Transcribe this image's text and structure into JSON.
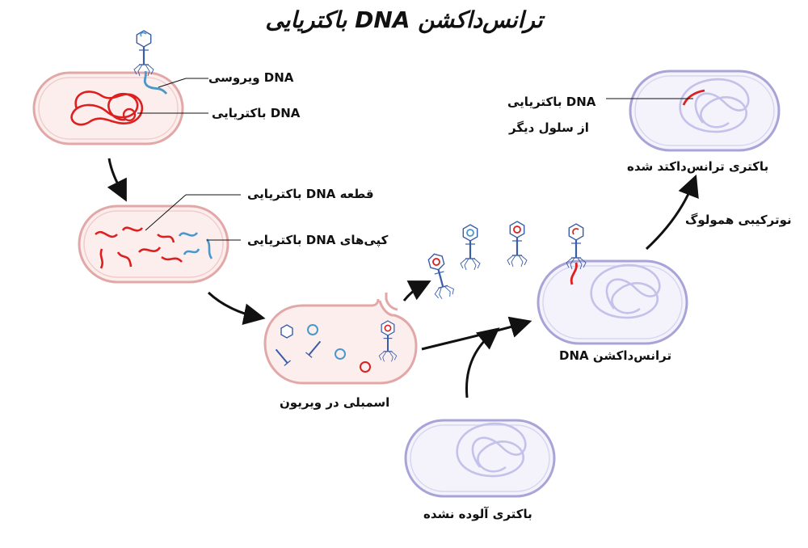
{
  "title": "ترانس‌داکشن DNA باکتریایی",
  "labels": {
    "viral_dna": "DNA ویروسی",
    "bacterial_dna": "DNA باکتریایی",
    "bacterial_dna_fragment": "قطعه DNA باکتریایی",
    "bacterial_dna_copies": "کپی‌های DNA باکتریایی",
    "virion_assembly": "اسمبلی در ویریون",
    "dna_transduction": "ترانس‌داکشن DNA",
    "uninfected_bacterium": "باکتری آلوده نشده",
    "homologous_recombination": "نوترکیبی همولوگ",
    "transduced_bacterium": "باکتری ترانس‌داکتد شده",
    "bacterial_dna_other_1": "DNA باکتریایی",
    "bacterial_dna_other_2": "از سلول دیگر"
  },
  "colors": {
    "cell_outline": "#e2a8a8",
    "cell_fill": "#fdeeee",
    "cell2_outline": "#a9a4d8",
    "cell2_fill": "#f4f3fb",
    "bacterial_dna": "#dd1f1f",
    "viral_dna": "#4a97c9",
    "faint_dna": "#c4c1ea",
    "phage": "#3a5da8"
  }
}
